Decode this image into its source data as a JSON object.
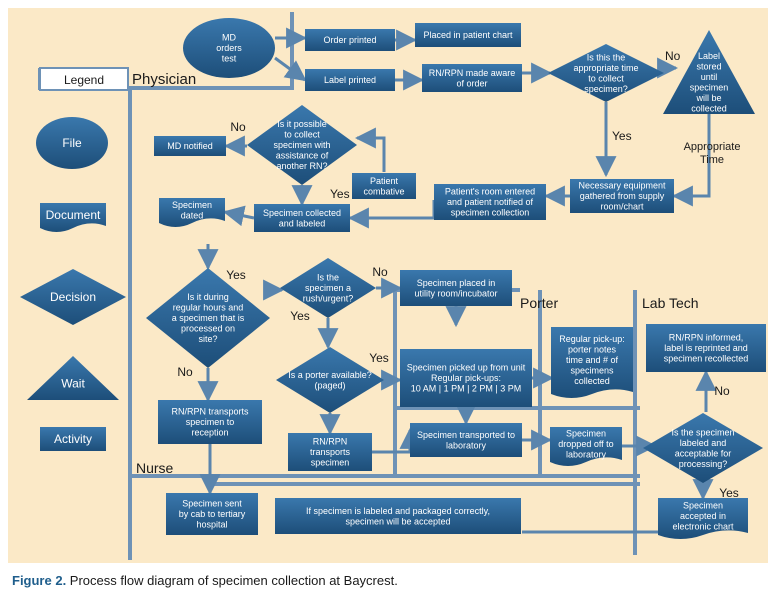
{
  "colors": {
    "background": "#FBE9C7",
    "shape_dark": "#1D4E79",
    "shape_light": "#3A78AD",
    "line": "#5A85AD",
    "lane_line": "#6E92B6",
    "caption_label": "#1F5E8C"
  },
  "lanes": {
    "legend": "Legend",
    "physician": "Physician",
    "nurse": "Nurse",
    "porter": "Porter",
    "lab_tech": "Lab Tech"
  },
  "legend_items": {
    "file": "File",
    "document": "Document",
    "decision": "Decision",
    "wait": "Wait",
    "activity": "Activity"
  },
  "nodes": {
    "md_orders": [
      "MD",
      "orders",
      "test"
    ],
    "order_printed": [
      "Order printed"
    ],
    "label_printed": [
      "Label printed"
    ],
    "placed_in_chart": [
      "Placed in patient chart"
    ],
    "rn_aware": [
      "RN/RPN made aware",
      "of order"
    ],
    "appropriate_time": [
      "Is this the",
      "appropriate time",
      "to collect",
      "specimen?"
    ],
    "label_stored": [
      "Label",
      "stored",
      "until",
      "specimen",
      "will be",
      "collected"
    ],
    "equipment": [
      "Necessary equipment",
      "gathered from supply",
      "room/chart"
    ],
    "room_entered": [
      "Patient's room entered",
      "and patient notified of",
      "specimen collection"
    ],
    "possible_collect": [
      "Is it possible",
      "to collect",
      "specimen with",
      "assistance of",
      "another RN?"
    ],
    "md_notified": [
      "MD notified"
    ],
    "patient_combative": [
      "Patient",
      "combative"
    ],
    "specimen_collected": [
      "Specimen collected",
      "and labeled"
    ],
    "specimen_dated": [
      "Specimen",
      "dated"
    ],
    "regular_hours": [
      "Is it during",
      "regular hours and",
      "a specimen that is",
      "processed on",
      "site?"
    ],
    "rush": [
      "Is the",
      "specimen a",
      "rush/urgent?"
    ],
    "utility_room": [
      "Specimen placed in",
      "utility room/incubator"
    ],
    "porter_available": [
      "Is a porter available?",
      "(paged)"
    ],
    "rn_transports_reception": [
      "RN/RPN transports",
      "specimen to",
      "reception"
    ],
    "rn_transports": [
      "RN/RPN",
      "transports",
      "specimen"
    ],
    "picked_up": [
      "Specimen picked up from unit",
      "Regular pick-ups:",
      "10 AM | 1 PM | 2 PM | 3 PM"
    ],
    "regular_pickup": [
      "Regular pick-up:",
      "porter notes",
      "time and # of",
      "specimens",
      "collected"
    ],
    "transported_lab": [
      "Specimen transported to",
      "laboratory"
    ],
    "dropped_off": [
      "Specimen",
      "dropped off to",
      "laboratory"
    ],
    "rn_informed": [
      "RN/RPN informed,",
      "label is reprinted and",
      "specimen recollected"
    ],
    "labeled_acceptable": [
      "Is the specimen",
      "labeled and",
      "acceptable for",
      "processing?"
    ],
    "sent_by_cab": [
      "Specimen sent",
      "by cab to tertiary",
      "hospital"
    ],
    "if_labeled": [
      "If specimen is labeled and packaged correctly,",
      "specimen will be accepted"
    ],
    "accepted": [
      "Specimen",
      "accepted in",
      "electronic chart"
    ]
  },
  "edge_labels": {
    "no_time": "No",
    "yes_time": "Yes",
    "appropriate_time": [
      "Appropriate",
      "Time"
    ],
    "no_possible": "No",
    "yes_possible": "Yes",
    "yes_regular": "Yes",
    "no_regular": "No",
    "no_rush": "No",
    "yes_rush": "Yes",
    "yes_porter": "Yes",
    "no_labeled": "No",
    "yes_labeled": "Yes"
  },
  "caption": {
    "label": "Figure 2.",
    "text": " Process flow diagram of specimen collection at Baycrest."
  }
}
